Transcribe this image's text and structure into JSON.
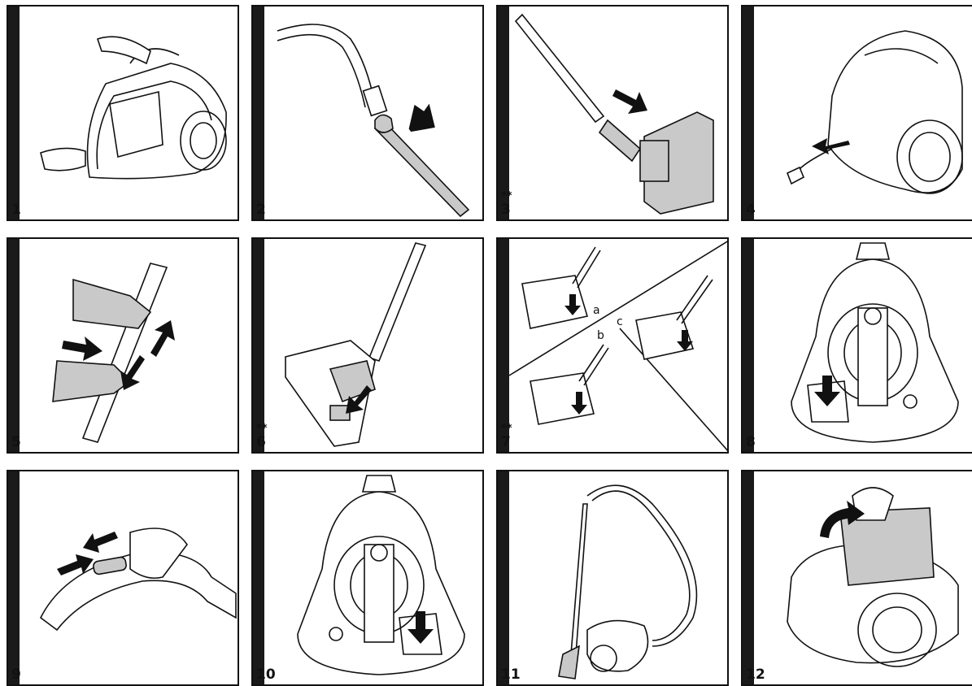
{
  "panels": [
    {
      "number": "1",
      "mark": ""
    },
    {
      "number": "2",
      "mark": ""
    },
    {
      "number": "3",
      "mark": "**"
    },
    {
      "number": "4",
      "mark": ""
    },
    {
      "number": "5",
      "mark": ""
    },
    {
      "number": "6",
      "mark": "**"
    },
    {
      "number": "7",
      "mark": "**"
    },
    {
      "number": "8",
      "mark": ""
    },
    {
      "number": "9",
      "mark": ""
    },
    {
      "number": "10",
      "mark": ""
    },
    {
      "number": "11",
      "mark": ""
    },
    {
      "number": "12",
      "mark": ""
    }
  ],
  "panel7_labels": {
    "a": "a",
    "b": "b",
    "c": "c"
  },
  "colors": {
    "ink": "#111111",
    "grey_fill": "#c9c9c9",
    "panel_bg": "#ffffff"
  }
}
